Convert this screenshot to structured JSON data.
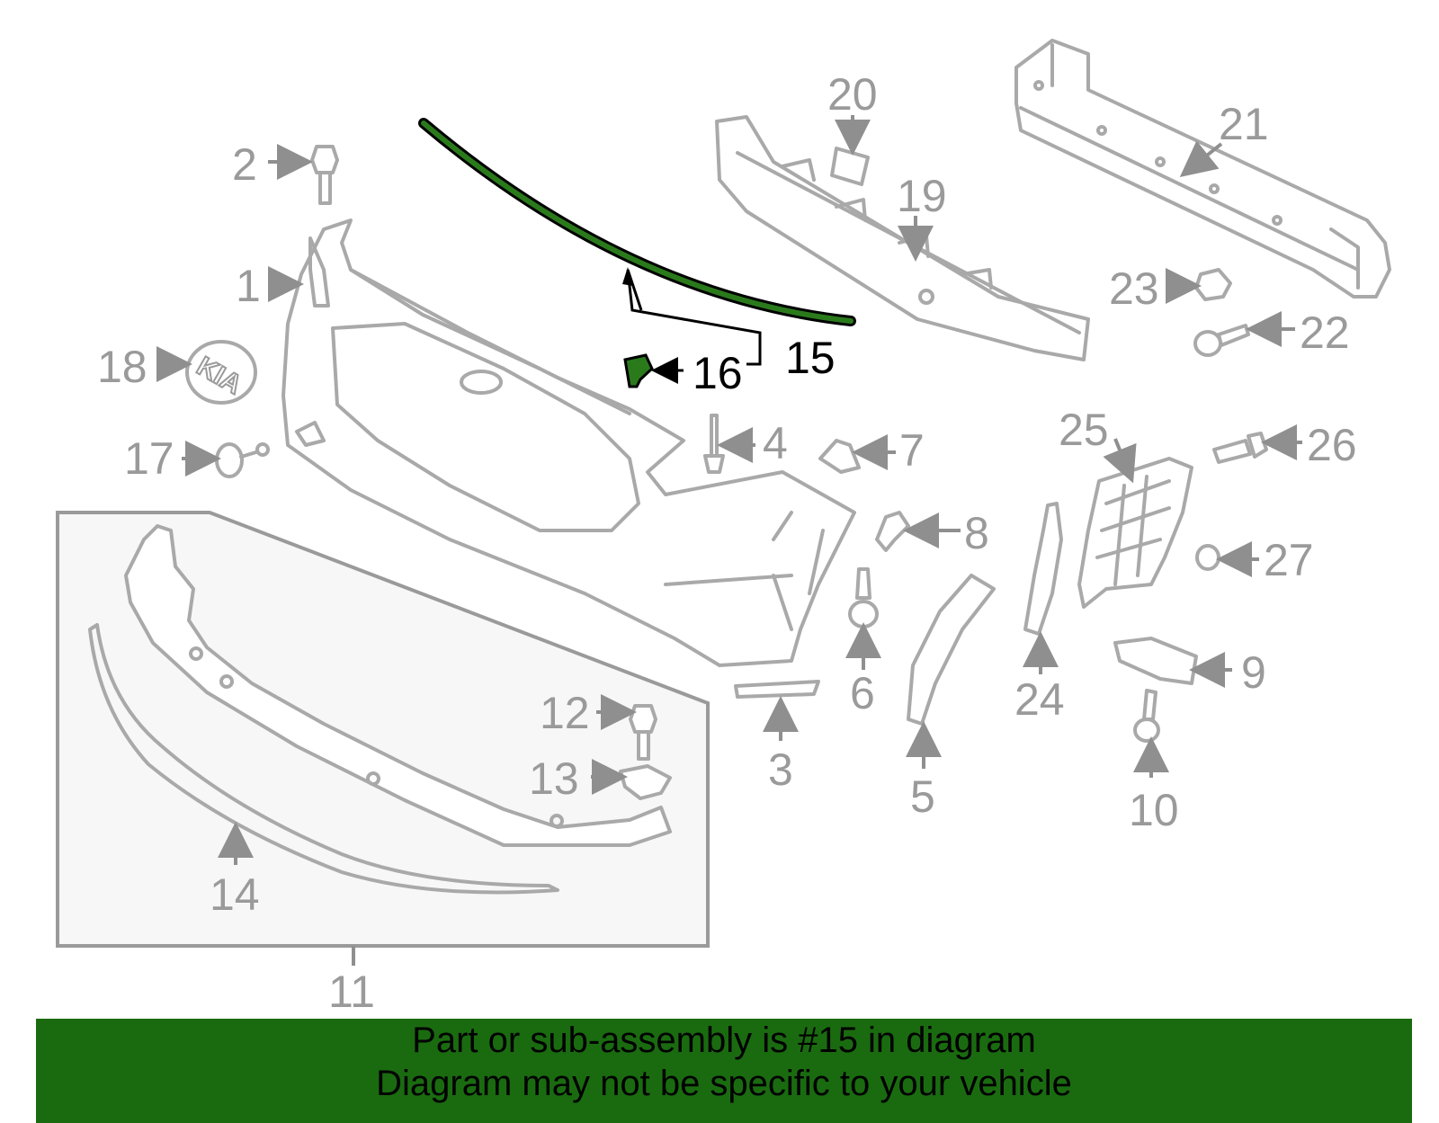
{
  "labels": {
    "l1": "1",
    "l2": "2",
    "l3": "3",
    "l4": "4",
    "l5": "5",
    "l6": "6",
    "l7": "7",
    "l8": "8",
    "l9": "9",
    "l10": "10",
    "l11": "11",
    "l12": "12",
    "l13": "13",
    "l14": "14",
    "l15": "15",
    "l16": "16",
    "l17": "17",
    "l18": "18",
    "l19": "19",
    "l20": "20",
    "l21": "21",
    "l22": "22",
    "l23": "23",
    "l24": "24",
    "l25": "25",
    "l26": "26",
    "l27": "27"
  },
  "emblem_text": "KIA",
  "highlight": {
    "part": "15",
    "color": "#1a6b10"
  },
  "banner": {
    "line1": "Part or sub-assembly is #15 in diagram",
    "line2": "Diagram may not be specific to your vehicle"
  }
}
